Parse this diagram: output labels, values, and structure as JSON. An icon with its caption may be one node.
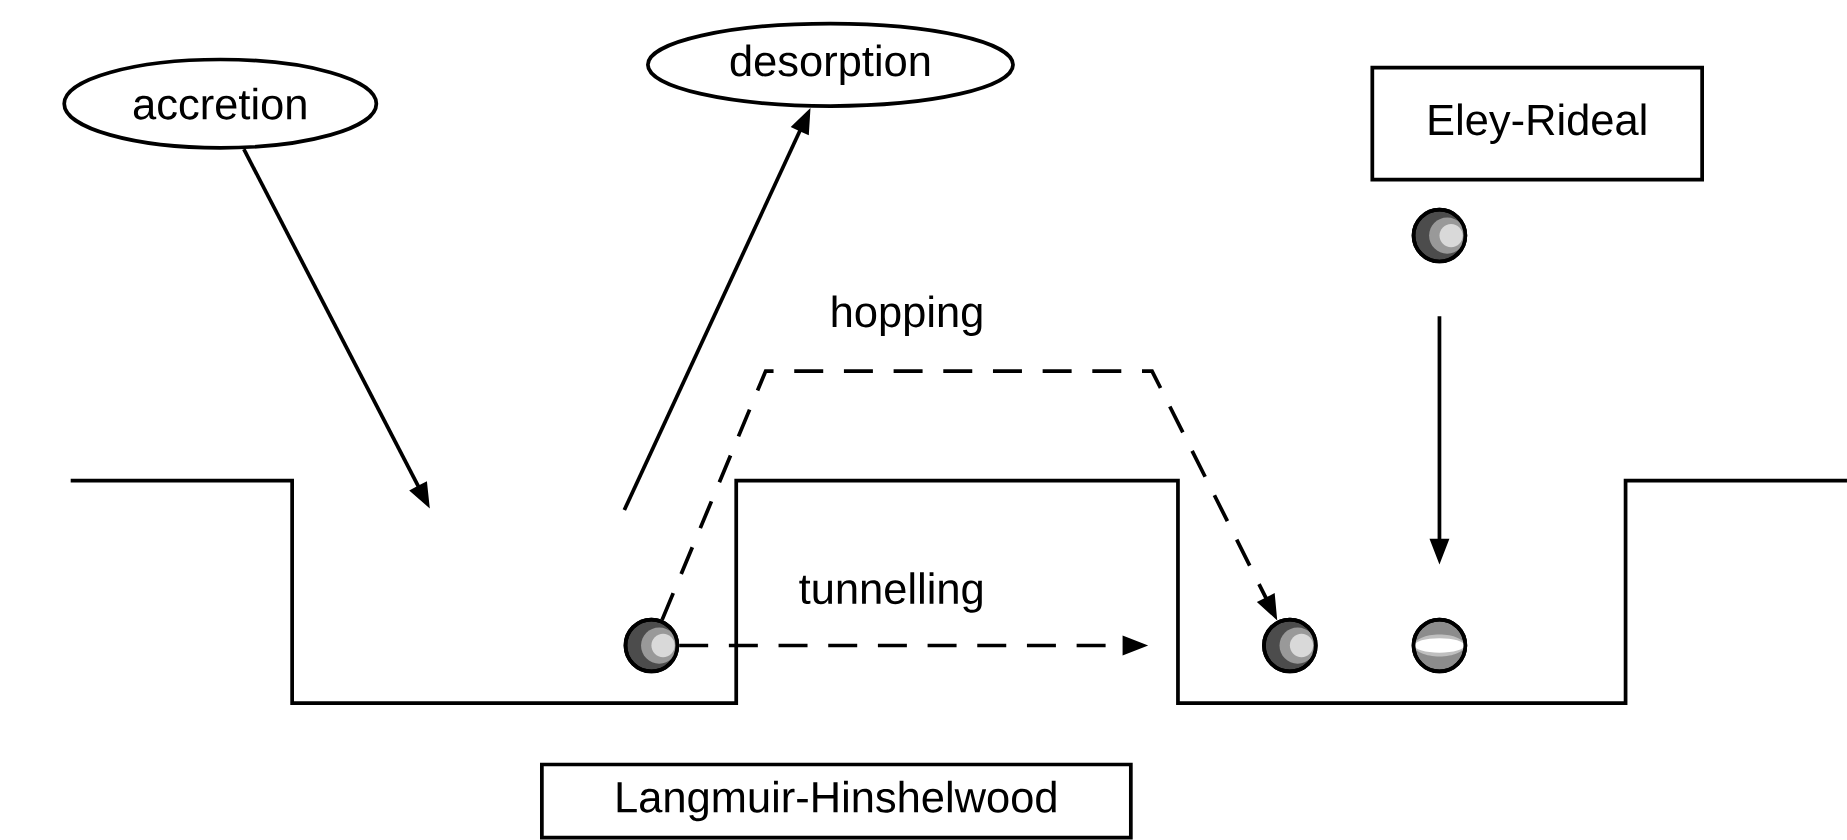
{
  "diagram": {
    "nodes": [
      {
        "text": [
          "accretion"
        ]
      },
      {
        "text": [
          "desorption"
        ]
      },
      {
        "text": [
          "Eley-Rideal"
        ]
      },
      {
        "text": [],
        "shape": "circle"
      },
      {
        "text": [],
        "shape": "circle"
      },
      {
        "text": [],
        "shape": "circle"
      },
      {
        "text": [],
        "shape": "circle"
      },
      {
        "text": [
          "Langmuir-Hinshelwood"
        ]
      }
    ],
    "edges": [
      {
        "from": 0,
        "to": null,
        "arrow": "to"
      },
      {
        "from": null,
        "to": 1,
        "arrow": "to"
      },
      {
        "from": 4,
        "to": 5,
        "arrow": "to",
        "label": "hopping",
        "style": "dashed"
      },
      {
        "from": 4,
        "to": null,
        "arrow": "to",
        "label": "tunnelling",
        "style": "dashed"
      },
      {
        "from": 3,
        "to": 6,
        "arrow": "to"
      }
    ]
  }
}
